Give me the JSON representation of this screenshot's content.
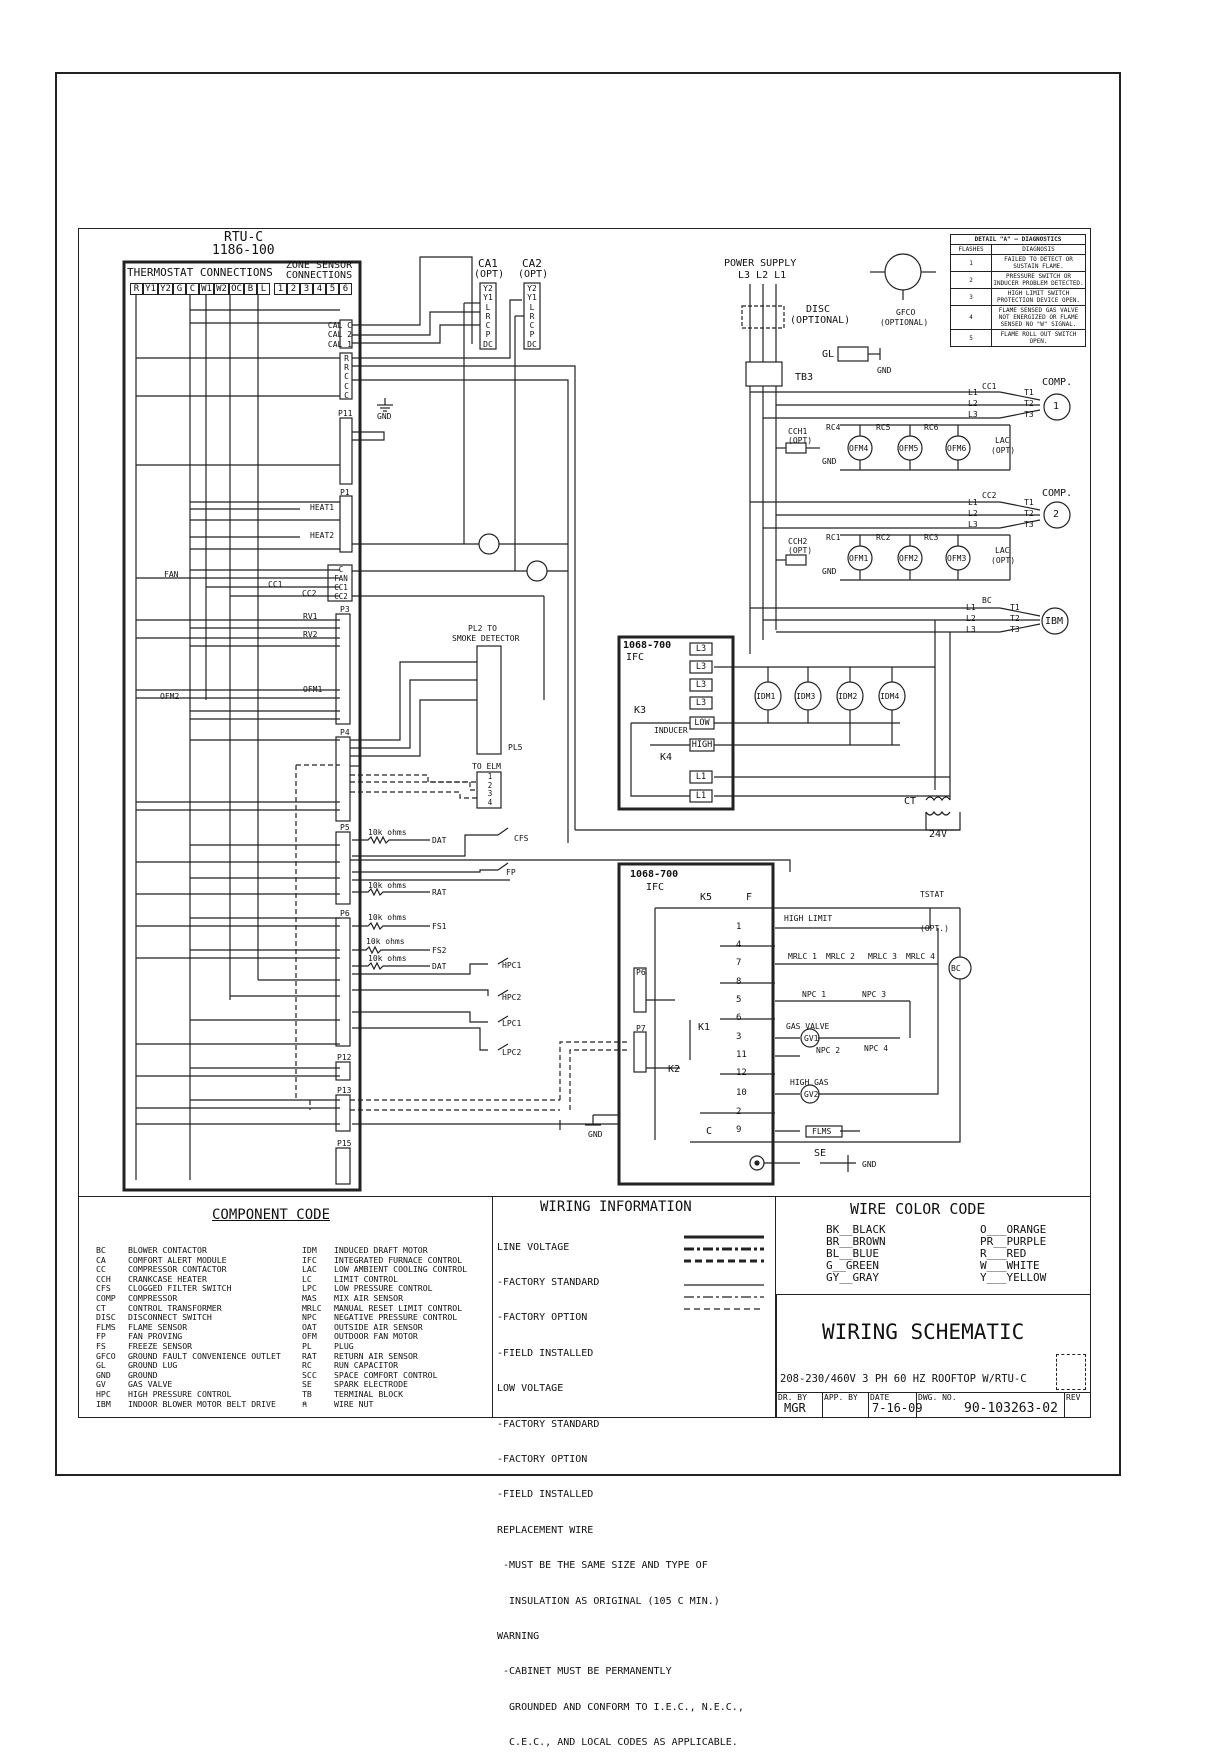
{
  "board_title": "RTU-C",
  "board_part": "1186-100",
  "thermostat_header": "THERMOSTAT CONNECTIONS",
  "zone_sensor_header": "ZONE SENSOR CONNECTIONS",
  "thermostat_terminals": [
    "R",
    "Y1",
    "Y2",
    "G",
    "C",
    "W1",
    "W2",
    "OC",
    "B",
    "L"
  ],
  "zone_terminals": [
    "1",
    "2",
    "3",
    "4",
    "5",
    "6"
  ],
  "ca_labels": {
    "ca1": "CA1",
    "ca2": "CA2",
    "opt": "(OPT)"
  },
  "ca_terminals": [
    "Y2",
    "Y1",
    "L",
    "R",
    "C",
    "P",
    "DC"
  ],
  "cal_terminals": [
    "CAL C",
    "CAL 2",
    "CAL 1"
  ],
  "rc_terminals": [
    "R",
    "R",
    "C",
    "C",
    "C"
  ],
  "gnd": "GND",
  "headers": {
    "p11": "P11",
    "p1": "P1",
    "p3": "P3",
    "p4": "P4",
    "p5": "P5",
    "p6": "P6",
    "p12": "P12",
    "p13": "P13",
    "p15": "P15",
    "p7": "P7"
  },
  "wire_labels": {
    "heat1": "HEAT1",
    "heat2": "HEAT2",
    "fan": "FAN",
    "cc1": "CC1",
    "cc2": "CC2",
    "rv1": "RV1",
    "rv2": "RV2",
    "ofm1": "OFM1",
    "ofm2": "OFM2",
    "fan_term": "FAN"
  },
  "fan_block_terms": [
    "C",
    "FAN",
    "CC1",
    "CC2"
  ],
  "smoke": {
    "title1": "PL2 TO",
    "title2": "SMOKE DETECTOR",
    "pl5": "PL5"
  },
  "elm": {
    "title": "TO ELM",
    "pins": [
      "1",
      "2",
      "3",
      "4"
    ]
  },
  "sensors": {
    "ohms": "10k ohms",
    "dat": "DAT",
    "rat": "RAT",
    "fs1": "FS1",
    "fs2": "FS2",
    "cfs": "CFS",
    "fp": "FP",
    "hpc1": "HPC1",
    "hpc2": "HPC2",
    "lpc1": "LPC1",
    "lpc2": "LPC2"
  },
  "power": {
    "title": "POWER SUPPLY",
    "lines": "L3 L2 L1",
    "disc": "DISC",
    "disc_opt": "(OPTIONAL)",
    "gfco": "GFCO",
    "gfco_opt": "(OPTIONAL)",
    "gl": "GL",
    "gnd": "GND",
    "tb3": "TB3"
  },
  "comp": {
    "comp": "COMP.",
    "cc1": "CC1",
    "cc2": "CC2",
    "bc": "BC",
    "ibm": "IBM",
    "one": "1",
    "two": "2",
    "cch1": "CCH1",
    "cch2": "CCH2",
    "opt": "(OPT)",
    "lac": "LAC",
    "rc4": "RC4",
    "rc5": "RC5",
    "rc6": "RC6",
    "rc1": "RC1",
    "rc2": "RC2",
    "rc3": "RC3",
    "ofm4": "OFM4",
    "ofm5": "OFM5",
    "ofm6": "OFM6",
    "ofm1": "OFM1",
    "ofm2": "OFM2",
    "ofm3": "OFM3",
    "t1": "T1",
    "t2": "T2",
    "t3": "T3",
    "l1": "L1",
    "l2": "L2",
    "l3": "L3"
  },
  "ifc1": {
    "part": "1068-700",
    "name": "IFC",
    "terms": [
      "L3",
      "L3",
      "L3",
      "L3",
      "LOW",
      "HIGH",
      "L1",
      "L1"
    ],
    "k3": "K3",
    "k4": "K4",
    "inducer": "INDUCER",
    "idm": [
      "IDM1",
      "IDM3",
      "IDM2",
      "IDM4"
    ],
    "ct": "CT",
    "v24": "24V"
  },
  "ifc2": {
    "part": "1068-700",
    "name": "IFC",
    "k5": "K5",
    "f": "F",
    "tstat": "TSTAT",
    "opt": "(OPT.)",
    "high_limit": "HIGH LIMIT",
    "mrlc": [
      "MRLC 1",
      "MRLC 2",
      "MRLC 3",
      "MRLC 4"
    ],
    "npc": [
      "NPC 1",
      "NPC 3",
      "NPC 2",
      "NPC 4"
    ],
    "gas_valve": "GAS VALVE",
    "high_gas": "HIGH GAS",
    "gv1": "GV1",
    "gv2": "GV2",
    "flms": "FLMS",
    "se": "SE",
    "gnd": "GND",
    "bc": "BC",
    "k1": "K1",
    "k2": "K2",
    "c": "C",
    "p6": "P6",
    "p7": "P7",
    "pins": [
      "1",
      "4",
      "7",
      "8",
      "5",
      "6",
      "3",
      "11",
      "12",
      "10",
      "2",
      "9"
    ]
  },
  "diagnostics": {
    "title": "DETAIL \"A\"  —  DIAGNOSTICS",
    "col1": "FLASHES",
    "col2": "DIAGNOSIS",
    "rows": [
      {
        "n": "1",
        "d": "FAILED TO DETECT OR SUSTAIN FLAME."
      },
      {
        "n": "2",
        "d": "PRESSURE SWITCH OR INDUCER PROBLEM DETECTED."
      },
      {
        "n": "3",
        "d": "HIGH LIMIT SWITCH PROTECTION DEVICE OPEN."
      },
      {
        "n": "4",
        "d": "FLAME SENSED GAS VALVE NOT ENERGIZED OR FLAME SENSED NO \"W\" SIGNAL."
      },
      {
        "n": "5",
        "d": "FLAME ROLL OUT SWITCH OPEN."
      }
    ]
  },
  "component_code": {
    "title": "COMPONENT CODE",
    "left": [
      [
        "BC",
        "BLOWER CONTACTOR"
      ],
      [
        "CA",
        "COMFORT ALERT MODULE"
      ],
      [
        "CC",
        "COMPRESSOR CONTACTOR"
      ],
      [
        "CCH",
        "CRANKCASE HEATER"
      ],
      [
        "CFS",
        "CLOGGED FILTER SWITCH"
      ],
      [
        "COMP",
        "COMPRESSOR"
      ],
      [
        "CT",
        "CONTROL TRANSFORMER"
      ],
      [
        "DISC",
        "DISCONNECT SWITCH"
      ],
      [
        "FLMS",
        "FLAME SENSOR"
      ],
      [
        "FP",
        "FAN PROVING"
      ],
      [
        "FS",
        "FREEZE SENSOR"
      ],
      [
        "GFCO",
        "GROUND FAULT CONVENIENCE OUTLET"
      ],
      [
        "GL",
        "GROUND LUG"
      ],
      [
        "GND",
        "GROUND"
      ],
      [
        "GV",
        "GAS VALVE"
      ],
      [
        "HPC",
        "HIGH PRESSURE CONTROL"
      ],
      [
        "IBM",
        "INDOOR BLOWER MOTOR BELT DRIVE"
      ]
    ],
    "right": [
      [
        "IDM",
        "INDUCED DRAFT MOTOR"
      ],
      [
        "IFC",
        "INTEGRATED FURNACE CONTROL"
      ],
      [
        "LAC",
        "LOW AMBIENT COOLING CONTROL"
      ],
      [
        "LC",
        "LIMIT CONTROL"
      ],
      [
        "LPC",
        "LOW PRESSURE CONTROL"
      ],
      [
        "MAS",
        "MIX AIR SENSOR"
      ],
      [
        "MRLC",
        "MANUAL RESET LIMIT CONTROL"
      ],
      [
        "NPC",
        "NEGATIVE PRESSURE CONTROL"
      ],
      [
        "OAT",
        "OUTSIDE AIR SENSOR"
      ],
      [
        "OFM",
        "OUTDOOR FAN MOTOR"
      ],
      [
        "PL",
        "PLUG"
      ],
      [
        "RAT",
        "RETURN AIR SENSOR"
      ],
      [
        "RC",
        "RUN CAPACITOR"
      ],
      [
        "SCC",
        "SPACE COMFORT CONTROL"
      ],
      [
        "SE",
        "SPARK ELECTRODE"
      ],
      [
        "TB",
        "TERMINAL BLOCK"
      ],
      [
        "⍝",
        "WIRE NUT"
      ]
    ]
  },
  "wiring_info": {
    "title": "WIRING INFORMATION",
    "lines": [
      "LINE VOLTAGE",
      "-FACTORY STANDARD",
      "-FACTORY OPTION",
      "-FIELD INSTALLED",
      "LOW VOLTAGE",
      "-FACTORY STANDARD",
      "-FACTORY OPTION",
      "-FIELD INSTALLED",
      "REPLACEMENT WIRE",
      " -MUST BE THE SAME SIZE AND TYPE OF",
      "  INSULATION AS ORIGINAL (105 C MIN.)",
      "WARNING",
      " -CABINET MUST BE PERMANENTLY",
      "  GROUNDED AND CONFORM TO I.E.C., N.E.C.,",
      "  C.E.C., AND LOCAL CODES AS APPLICABLE."
    ]
  },
  "wire_color": {
    "title": "WIRE COLOR CODE",
    "left": [
      "BK__BLACK",
      "BR__BROWN",
      "BL__BLUE",
      "G__GREEN",
      "GY__GRAY"
    ],
    "right": [
      "O___ORANGE",
      "PR__PURPLE",
      "R___RED",
      "W___WHITE",
      "Y___YELLOW"
    ]
  },
  "title_block": {
    "title": "WIRING SCHEMATIC",
    "subtitle": "208-230/460V 3 PH 60 HZ ROOFTOP W/RTU-C",
    "dr_by_label": "DR. BY",
    "dr_by": "MGR",
    "app_by_label": "APP. BY",
    "date_label": "DATE",
    "date": "7-16-09",
    "dwg_label": "DWG. NO.",
    "dwg": "90-103263-02",
    "rev_label": "REV"
  }
}
